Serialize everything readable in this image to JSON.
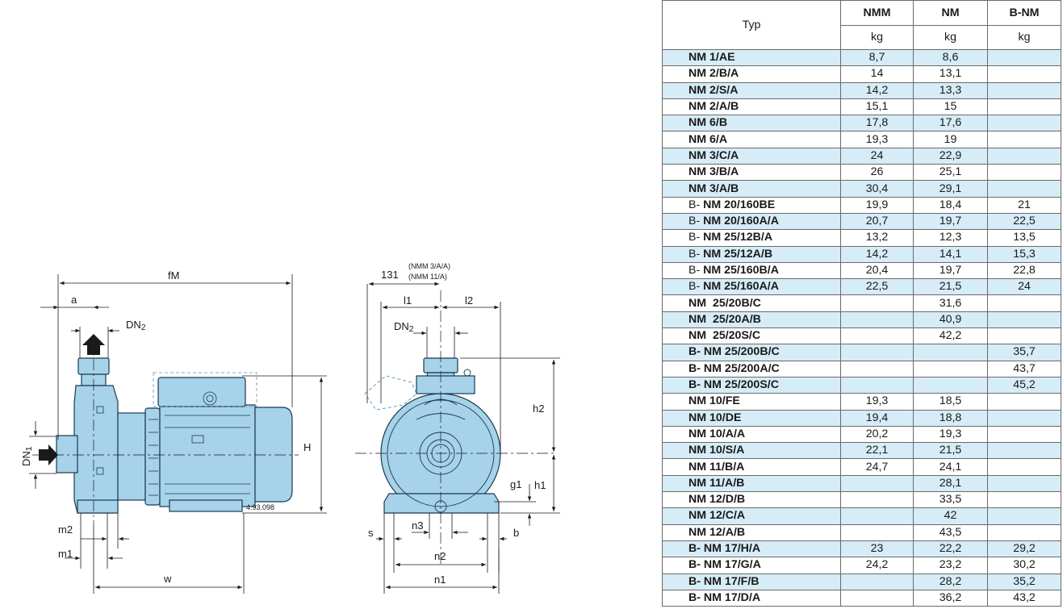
{
  "header": {
    "typ": "Typ",
    "cols": [
      "NMM",
      "NM",
      "B-NM"
    ],
    "unit": "kg"
  },
  "rows": [
    {
      "pre": "",
      "type": "NM 1/AE",
      "nmm": "8,7",
      "nm": "8,6",
      "bnm": ""
    },
    {
      "pre": "",
      "type": "NM 2/B/A",
      "nmm": "14",
      "nm": "13,1",
      "bnm": ""
    },
    {
      "pre": "",
      "type": "NM 2/S/A",
      "nmm": "14,2",
      "nm": "13,3",
      "bnm": ""
    },
    {
      "pre": "",
      "type": "NM 2/A/B",
      "nmm": "15,1",
      "nm": "15",
      "bnm": ""
    },
    {
      "pre": "",
      "type": "NM 6/B",
      "nmm": "17,8",
      "nm": "17,6",
      "bnm": ""
    },
    {
      "pre": "",
      "type": "NM 6/A",
      "nmm": "19,3",
      "nm": "19",
      "bnm": ""
    },
    {
      "pre": "",
      "type": "NM 3/C/A",
      "nmm": "24",
      "nm": "22,9",
      "bnm": ""
    },
    {
      "pre": "",
      "type": "NM 3/B/A",
      "nmm": "26",
      "nm": "25,1",
      "bnm": ""
    },
    {
      "pre": "",
      "type": "NM 3/A/B",
      "nmm": "30,4",
      "nm": "29,1",
      "bnm": ""
    },
    {
      "pre": "B- ",
      "type": "NM 20/160BE",
      "nmm": "19,9",
      "nm": "18,4",
      "bnm": "21"
    },
    {
      "pre": "B- ",
      "type": "NM 20/160A/A",
      "nmm": "20,7",
      "nm": "19,7",
      "bnm": "22,5"
    },
    {
      "pre": "B- ",
      "type": "NM 25/12B/A",
      "nmm": "13,2",
      "nm": "12,3",
      "bnm": "13,5"
    },
    {
      "pre": "B- ",
      "type": "NM 25/12A/B",
      "nmm": "14,2",
      "nm": "14,1",
      "bnm": "15,3"
    },
    {
      "pre": "B- ",
      "type": "NM 25/160B/A",
      "nmm": "20,4",
      "nm": "19,7",
      "bnm": "22,8"
    },
    {
      "pre": "B- ",
      "type": "NM 25/160A/A",
      "nmm": "22,5",
      "nm": "21,5",
      "bnm": "24"
    },
    {
      "pre": "",
      "type": "NM  25/20B/C",
      "nmm": "",
      "nm": "31,6",
      "bnm": ""
    },
    {
      "pre": "",
      "type": "NM  25/20A/B",
      "nmm": "",
      "nm": "40,9",
      "bnm": ""
    },
    {
      "pre": "",
      "type": "NM  25/20S/C",
      "nmm": "",
      "nm": "42,2",
      "bnm": ""
    },
    {
      "pre": "B- ",
      "type": "NM 25/200B/C",
      "nmm": "",
      "nm": "",
      "bnm": "35,7",
      "bold": true
    },
    {
      "pre": "B- ",
      "type": "NM 25/200A/C",
      "nmm": "",
      "nm": "",
      "bnm": "43,7",
      "bold": true
    },
    {
      "pre": "B- ",
      "type": "NM 25/200S/C",
      "nmm": "",
      "nm": "",
      "bnm": "45,2",
      "bold": true
    },
    {
      "pre": "",
      "type": "NM 10/FE",
      "nmm": "19,3",
      "nm": "18,5",
      "bnm": ""
    },
    {
      "pre": "",
      "type": "NM 10/DE",
      "nmm": "19,4",
      "nm": "18,8",
      "bnm": ""
    },
    {
      "pre": "",
      "type": "NM 10/A/A",
      "nmm": "20,2",
      "nm": "19,3",
      "bnm": ""
    },
    {
      "pre": "",
      "type": "NM 10/S/A",
      "nmm": "22,1",
      "nm": "21,5",
      "bnm": ""
    },
    {
      "pre": "",
      "type": "NM 11/B/A",
      "nmm": "24,7",
      "nm": "24,1",
      "bnm": ""
    },
    {
      "pre": "",
      "type": "NM 11/A/B",
      "nmm": "",
      "nm": "28,1",
      "bnm": ""
    },
    {
      "pre": "",
      "type": "NM 12/D/B",
      "nmm": "",
      "nm": "33,5",
      "bnm": ""
    },
    {
      "pre": "",
      "type": "NM 12/C/A",
      "nmm": "",
      "nm": "42",
      "bnm": ""
    },
    {
      "pre": "",
      "type": "NM 12/A/B",
      "nmm": "",
      "nm": "43,5",
      "bnm": ""
    },
    {
      "pre": "B- ",
      "type": "NM 17/H/A",
      "nmm": "23",
      "nm": "22,2",
      "bnm": "29,2",
      "bold": true
    },
    {
      "pre": "B- ",
      "type": "NM 17/G/A",
      "nmm": "24,2",
      "nm": "23,2",
      "bnm": "30,2",
      "bold": true
    },
    {
      "pre": "B- ",
      "type": "NM 17/F/B",
      "nmm": "",
      "nm": "28,2",
      "bnm": "35,2",
      "bold": true
    },
    {
      "pre": "B- ",
      "type": "NM 17/D/A",
      "nmm": "",
      "nm": "36,2",
      "bnm": "43,2",
      "bold": true
    }
  ],
  "drawing_side": {
    "fM": "fM",
    "a": "a",
    "DN": "DN",
    "sub2": "2",
    "sub1": "1",
    "H": "H",
    "m2": "m2",
    "m1": "m1",
    "w": "w",
    "ref": "4.93.098"
  },
  "drawing_front": {
    "dim131": "131",
    "note1": "(NMM 3/A/A)",
    "note2": "(NMM 11/A)",
    "l1": "l1",
    "l2": "l2",
    "DN": "DN",
    "sub2": "2",
    "h2": "h2",
    "h1": "h1",
    "g1": "g1",
    "s": "s",
    "n3": "n3",
    "b": "b",
    "n2": "n2",
    "n1": "n1"
  },
  "colors": {
    "pump_fill": "#a6d2ea",
    "pump_stroke": "#1b3a4f",
    "row_highlight": "#d6ecf7",
    "drawing_lines": "#1a1a1a"
  }
}
